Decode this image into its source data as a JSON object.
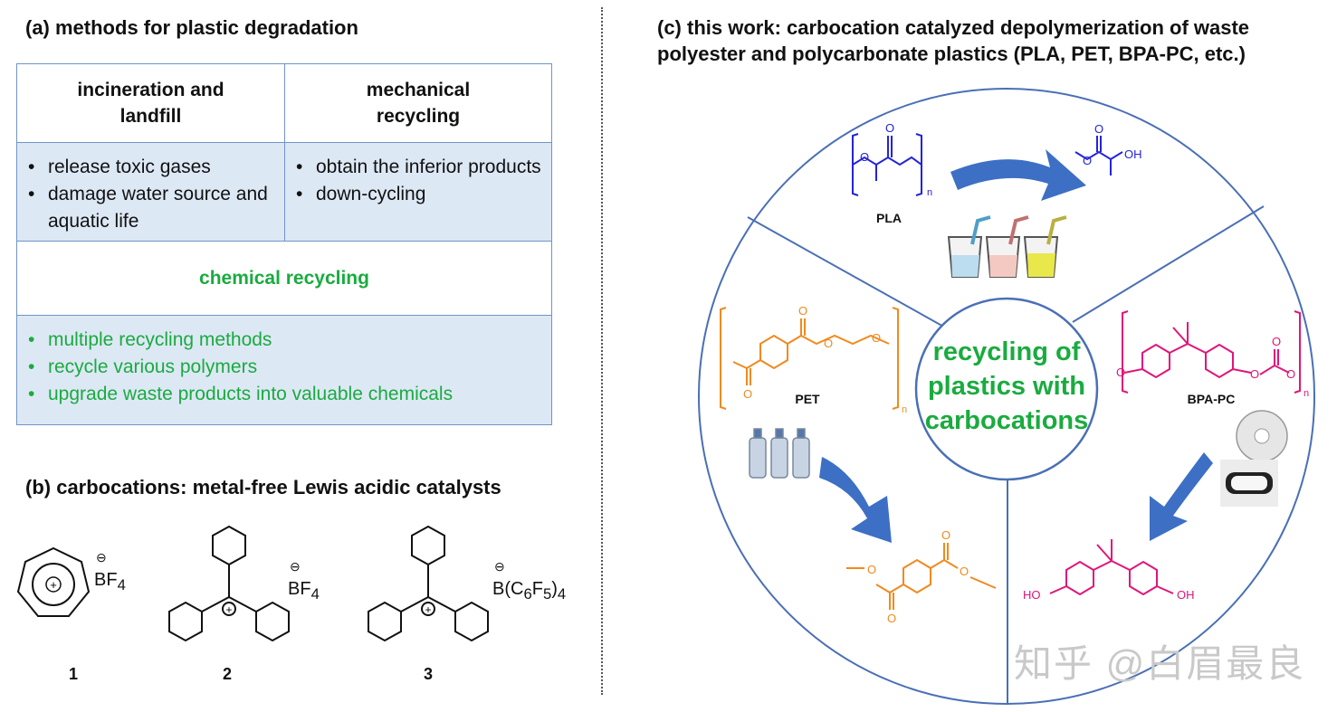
{
  "panel_a": {
    "title": "(a) methods for plastic degradation",
    "col1_header": "incineration and landfill",
    "col2_header": "mechanical recycling",
    "col1_items": [
      "release toxic gases",
      "damage water source and aquatic life"
    ],
    "col2_items": [
      "obtain the inferior products",
      "down-cycling"
    ],
    "chemical_header": "chemical recycling",
    "chemical_items": [
      "multiple recycling methods",
      "recycle various polymers",
      "upgrade waste products into valuable chemicals"
    ],
    "chemical_color": "#1aab3f",
    "cell_fill": "#dde8f5",
    "border_color": "#6f94c8"
  },
  "panel_b": {
    "title": "(b) carbocations: metal-free Lewis acidic catalysts",
    "catalysts": [
      {
        "label": "1",
        "anion_main": "BF",
        "anion_sub": "4"
      },
      {
        "label": "2",
        "anion_main": "BF",
        "anion_sub": "4"
      },
      {
        "label": "3",
        "anion_main": "B(C",
        "anion_sub1": "6",
        "anion_mid": "F",
        "anion_sub2": "5",
        "anion_end": ")",
        "anion_sub3": "4"
      }
    ]
  },
  "panel_c": {
    "title": "(c) this work: carbocation catalyzed depolymerization of waste polyester and polycarbonate plastics (PLA, PET, BPA-PC, etc.)",
    "center_text": [
      "recycling of",
      "plastics with",
      "carbocations"
    ],
    "center_color": "#1aab3f",
    "sectors": {
      "pla": {
        "label": "PLA",
        "color": "#2323d8",
        "product_label": "OH"
      },
      "pet": {
        "label": "PET",
        "color": "#f08a1e"
      },
      "bpa": {
        "label": "BPA-PC",
        "color": "#e0157a",
        "product_labels": [
          "HO",
          "OH"
        ]
      }
    },
    "repeat_subscript": "n",
    "arrow_color": "#3d6fc4"
  },
  "watermark": "知乎 @白眉最良"
}
